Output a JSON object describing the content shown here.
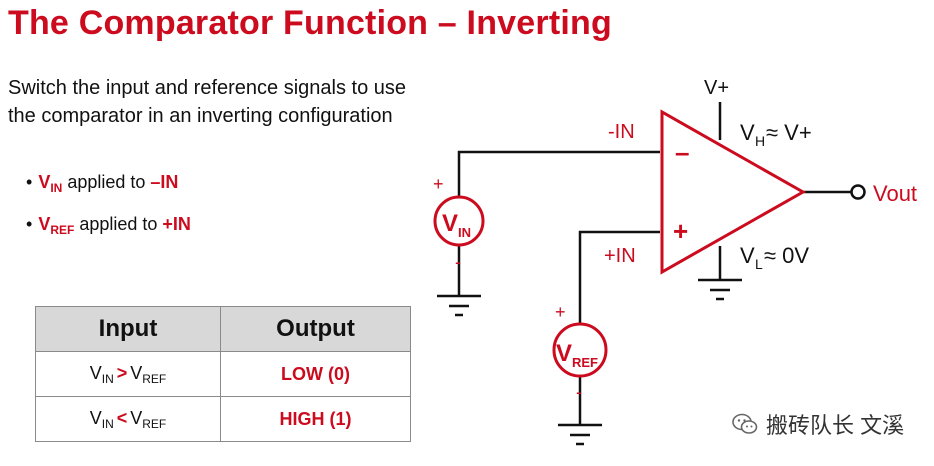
{
  "title": "The Comparator Function – Inverting",
  "intro": "Switch the input and reference signals to use the comparator in an inverting configuration",
  "bullets": [
    {
      "dot": "•",
      "sig": "V",
      "sub": "IN",
      "text": " applied to ",
      "pin": "–IN"
    },
    {
      "dot": "•",
      "sig": "V",
      "sub": "REF",
      "text": " applied to ",
      "pin": "+IN"
    }
  ],
  "table": {
    "headers": [
      "Input",
      "Output"
    ],
    "rows": [
      {
        "a": "V",
        "a_sub": "IN",
        "op": ">",
        "b": "V",
        "b_sub": "REF",
        "output": "LOW (0)"
      },
      {
        "a": "V",
        "a_sub": "IN",
        "op": "<",
        "b": "V",
        "b_sub": "REF",
        "output": "HIGH (1)"
      }
    ]
  },
  "circuit": {
    "vplus": "V+",
    "minus_in": "-IN",
    "plus_in": "+IN",
    "minus_sign": "–",
    "plus_sign": "+",
    "vh_main": "V",
    "vh_sub": "H",
    "vh_rest": " ≈ V+",
    "vl_main": "V",
    "vl_sub": "L",
    "vl_rest": " ≈ 0V",
    "vout": "Vout",
    "vin_main": "V",
    "vin_sub": "IN",
    "vref_main": "V",
    "vref_sub": "REF",
    "source_plus": "+",
    "source_minus": "-"
  },
  "watermark": "搬砖队长 文溪",
  "colors": {
    "accent": "#cc0b1f",
    "table_header": "#d8d8d8"
  }
}
